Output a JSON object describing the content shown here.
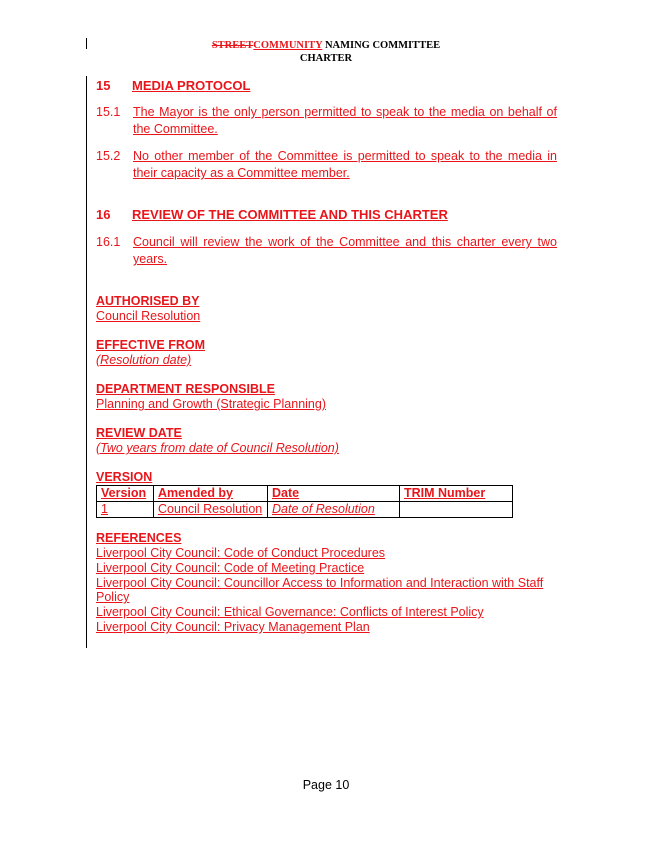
{
  "header": {
    "deleted_word": "STREET",
    "inserted_word": "COMMUNITY",
    "title_rest": " NAMING COMMITTEE",
    "subtitle": "CHARTER"
  },
  "sections": [
    {
      "number": "15",
      "title": "MEDIA PROTOCOL",
      "clauses": [
        {
          "number": "15.1",
          "text": "The Mayor is the only person permitted to speak to the media on behalf of the Committee."
        },
        {
          "number": "15.2",
          "text": "No other member of the Committee is permitted to speak to the media in their capacity as a Committee member."
        }
      ]
    },
    {
      "number": "16",
      "title": "REVIEW OF THE COMMITTEE AND THIS CHARTER",
      "clauses": [
        {
          "number": "16.1",
          "text": "Council will review the work of the Committee and this charter every two years."
        }
      ]
    }
  ],
  "authorised_by": {
    "label": "AUTHORISED BY",
    "value": "Council Resolution"
  },
  "effective_from": {
    "label": "EFFECTIVE FROM",
    "value": "(Resolution date)"
  },
  "department": {
    "label": "DEPARTMENT RESPONSIBLE",
    "value": "Planning and Growth (Strategic Planning)"
  },
  "review_date": {
    "label": "REVIEW DATE",
    "value": "(Two years from date of Council Resolution)"
  },
  "version": {
    "label": "VERSION",
    "columns": [
      "Version",
      "Amended by",
      "Date",
      "TRIM Number"
    ],
    "rows": [
      [
        "1",
        "Council Resolution",
        "Date of Resolution",
        ""
      ]
    ]
  },
  "references": {
    "label": "REFERENCES",
    "items": [
      "Liverpool City Council: Code of Conduct Procedures",
      "Liverpool City Council: Code of Meeting Practice",
      "Liverpool City Council: Councillor Access to Information and Interaction with Staff Policy",
      "Liverpool City Council: Ethical Governance: Conflicts of Interest Policy",
      "Liverpool City Council: Privacy Management Plan"
    ]
  },
  "footer": {
    "page": "Page 10"
  },
  "colors": {
    "revision": "#e8161b",
    "text": "#000000"
  }
}
